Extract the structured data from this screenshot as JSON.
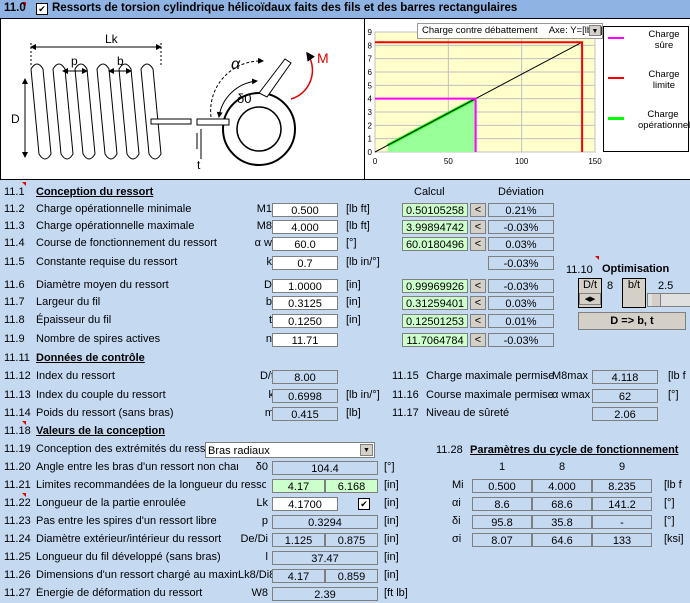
{
  "header": {
    "num": "11.0",
    "title": "Ressorts de torsion cylindrique hélicoïdaux faits des fils et des barres rectangulaires"
  },
  "diagram": {
    "Lk": "Lk",
    "p": "p",
    "b": "b",
    "D": "D",
    "t": "t",
    "alpha": "α",
    "delta0": "δ0",
    "M": "M"
  },
  "chart_data": {
    "type": "line",
    "title": "Charge contre débattement",
    "axis_selector": "Axe: Y=[lb ft], X=[",
    "xlim": [
      0,
      150
    ],
    "ylim": [
      0,
      9
    ],
    "x_ticks": [
      "0",
      "50",
      "100",
      "150"
    ],
    "y_ticks": [
      "0",
      "1",
      "2",
      "3",
      "4",
      "5",
      "6",
      "7",
      "8",
      "9"
    ],
    "spring_line": {
      "x": [
        0,
        141.2
      ],
      "y": [
        0,
        8.235
      ]
    },
    "series": [
      {
        "name": "Charge sûre",
        "color": "#ff00ff",
        "x": [
          0,
          68.6,
          68.6
        ],
        "y": [
          4.0,
          4.0,
          0
        ]
      },
      {
        "name": "Charge limite",
        "color": "#ff0000",
        "x": [
          0,
          141.2,
          141.2
        ],
        "y": [
          8.235,
          8.235,
          0
        ]
      },
      {
        "name": "Charge opérationnelle",
        "color": "#00ff00",
        "x": [
          8.6,
          68.6,
          68.6,
          8.6
        ],
        "y": [
          0.5,
          4.0,
          0,
          0
        ]
      }
    ],
    "legend": [
      {
        "label": "Charge sûre",
        "color": "#ff00ff"
      },
      {
        "label": "Charge limite",
        "color": "#ff0000"
      },
      {
        "label": "Charge opérationnelle",
        "color": "#00ff00"
      }
    ]
  },
  "labels": {
    "calc": "Calcul",
    "deviation": "Déviation",
    "s1": "Conception du ressort",
    "s2": "Données de contrôle",
    "s3": "Valeurs de la conception",
    "optim_num": "11.10",
    "optim": "Optimisation",
    "optim_btn": "D => b, t",
    "cycle_num": "11.28",
    "cycle": "Paramètres du cycle de fonctionnement",
    "back": "<"
  },
  "design": [
    {
      "n": "11.1",
      "label": "",
      "sym": "",
      "val": "",
      "unit": "",
      "calc": "",
      "dev": ""
    },
    {
      "n": "11.2",
      "label": "Charge opérationnelle minimale",
      "sym": "M1",
      "val": "0.500",
      "unit": "[lb ft]",
      "calc": "0.50105258",
      "dev": "0.21%"
    },
    {
      "n": "11.3",
      "label": "Charge opérationnelle maximale",
      "sym": "M8",
      "val": "4.000",
      "unit": "[lb ft]",
      "calc": "3.99894742",
      "dev": "-0.03%"
    },
    {
      "n": "11.4",
      "label": "Course de fonctionnement du ressort",
      "sym": "α w",
      "val": "60.0",
      "unit": "[°]",
      "calc": "60.0180496",
      "dev": "0.03%"
    },
    {
      "n": "11.5",
      "label": "Constante requise du ressort",
      "sym": "k",
      "val": "0.7",
      "unit": "[lb in/°]",
      "calc": "",
      "dev": "-0.03%"
    },
    {
      "n": "11.6",
      "label": "Diamètre moyen du ressort",
      "sym": "D",
      "val": "1.0000",
      "unit": "[in]",
      "calc": "0.99969926",
      "dev": "-0.03%"
    },
    {
      "n": "11.7",
      "label": "Largeur du fil",
      "sym": "b",
      "val": "0.3125",
      "unit": "[in]",
      "calc": "0.31259401",
      "dev": "0.03%"
    },
    {
      "n": "11.8",
      "label": "Épaisseur du fil",
      "sym": "t",
      "val": "0.1250",
      "unit": "[in]",
      "calc": "0.12501253",
      "dev": "0.01%"
    },
    {
      "n": "11.9",
      "label": "Nombre de spires actives",
      "sym": "n",
      "val": "11.71",
      "unit": "",
      "calc": "11.7064784",
      "dev": "-0.03%"
    }
  ],
  "optim": {
    "dt": "D/t",
    "dt_val": "8",
    "bt": "b/t",
    "bt_val": "2.5"
  },
  "control_left": [
    {
      "n": "11.12",
      "label": "Index du ressort",
      "sym": "D/t",
      "val": "8.00",
      "unit": ""
    },
    {
      "n": "11.13",
      "label": "Index du couple du ressort",
      "sym": "k",
      "val": "0.6998",
      "unit": "[lb in/°]"
    },
    {
      "n": "11.14",
      "label": "Poids du ressort (sans bras)",
      "sym": "m",
      "val": "0.415",
      "unit": "[lb]"
    }
  ],
  "control_right": [
    {
      "n": "11.15",
      "label": "Charge maximale permise",
      "sym": "M8max",
      "val": "4.118",
      "unit": "[lb f"
    },
    {
      "n": "11.16",
      "label": "Course maximale permise",
      "sym": "α wmax",
      "val": "62",
      "unit": "[°]"
    },
    {
      "n": "11.17",
      "label": "Niveau de sûreté",
      "sym": "",
      "val": "2.06",
      "unit": ""
    }
  ],
  "values": {
    "r19": {
      "n": "11.19",
      "label": "Conception des extrémités du ressort",
      "select": "Bras radiaux"
    },
    "r20": {
      "n": "11.20",
      "label": "Angle entre les bras d'un ressort non chargé",
      "sym": "δ0",
      "val": "104.4",
      "unit": "[°]"
    },
    "r21": {
      "n": "11.21",
      "label": "Limites recommandées de la longueur du ressort",
      "v1": "4.17",
      "v2": "6.168",
      "unit": "[in]"
    },
    "r22": {
      "n": "11.22",
      "label": "Longueur de la partie enroulée",
      "sym": "Lk",
      "val": "4.1700",
      "unit": "[in]",
      "check": "✔"
    },
    "r23": {
      "n": "11.23",
      "label": "Pas entre les spires d'un ressort libre",
      "sym": "p",
      "val": "0.3294",
      "unit": "[in]"
    },
    "r24": {
      "n": "11.24",
      "label": "Diamètre extérieur/intérieur du ressort",
      "sym": "De/Di",
      "v1": "1.125",
      "v2": "0.875",
      "unit": "[in]"
    },
    "r25": {
      "n": "11.25",
      "label": "Longueur du fil développé (sans bras)",
      "sym": "l",
      "val": "37.47",
      "unit": "[in]"
    },
    "r26": {
      "n": "11.26",
      "label": "Dimensions d'un ressort chargé au maximum",
      "sym": "Lk8/Di8",
      "v1": "4.17",
      "v2": "0.859",
      "unit": "[in]"
    },
    "r27": {
      "n": "11.27",
      "label": "Énergie de déformation du ressort",
      "sym": "W8",
      "val": "2.39",
      "unit": "[ft lb]"
    }
  },
  "cycle": {
    "cols": [
      "1",
      "8",
      "9"
    ],
    "rows": [
      {
        "sym": "Mi",
        "vals": [
          "0.500",
          "4.000",
          "8.235"
        ],
        "unit": "[lb f"
      },
      {
        "sym": "αi",
        "vals": [
          "8.6",
          "68.6",
          "141.2"
        ],
        "unit": "[°]"
      },
      {
        "sym": "δi",
        "vals": [
          "95.8",
          "35.8",
          "-"
        ],
        "unit": "[°]"
      },
      {
        "sym": "σi",
        "vals": [
          "8.07",
          "64.6",
          "133"
        ],
        "unit": "[ksi]"
      }
    ]
  }
}
